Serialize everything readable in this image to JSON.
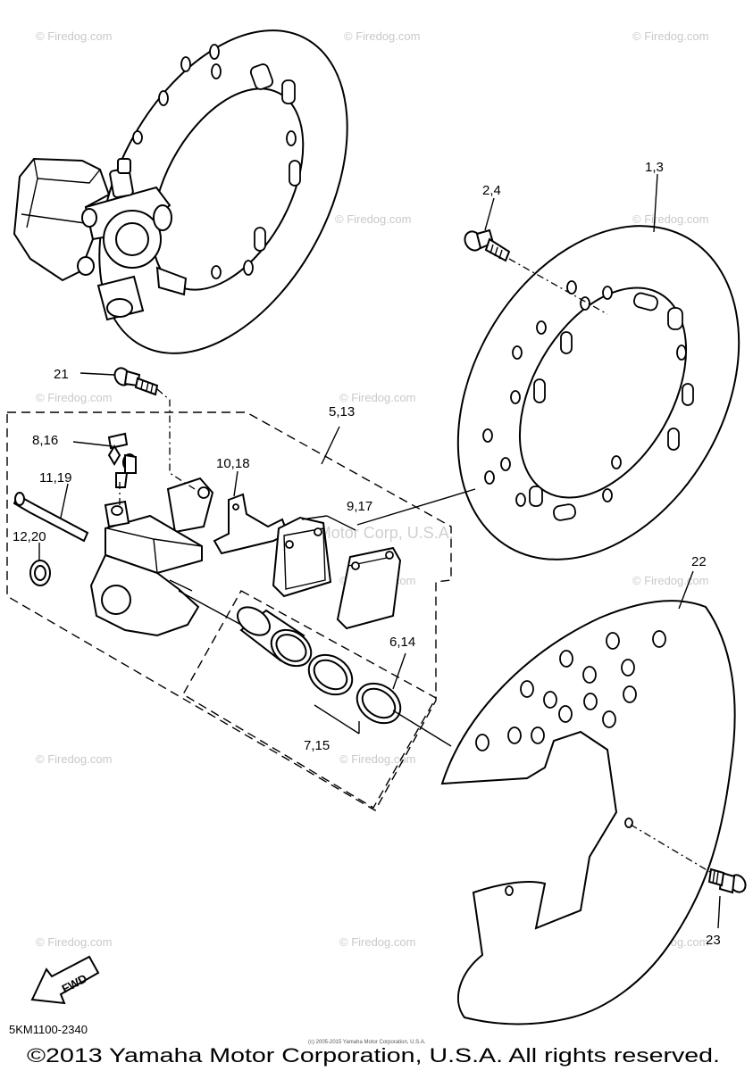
{
  "watermark": {
    "text": "© Firedog.com",
    "center_text": "Yamaha Motor Corp, U.S.A."
  },
  "callouts": {
    "c_1_3": "1,3",
    "c_2_4": "2,4",
    "c_21": "21",
    "c_5_13": "5,13",
    "c_8_16": "8,16",
    "c_10_18": "10,18",
    "c_11_19": "11,19",
    "c_9_17": "9,17",
    "c_12_20": "12,20",
    "c_22": "22",
    "c_6_14": "6,14",
    "c_7_15": "7,15",
    "c_23": "23"
  },
  "fwd_label": "FWD",
  "diagram_code": "5KM1100-2340",
  "tiny_credit": "(c) 2005-2015 Yamaha Motor Corporation, U.S.A.",
  "copyright": "©2013 Yamaha Motor Corporation, U.S.A. All rights reserved."
}
